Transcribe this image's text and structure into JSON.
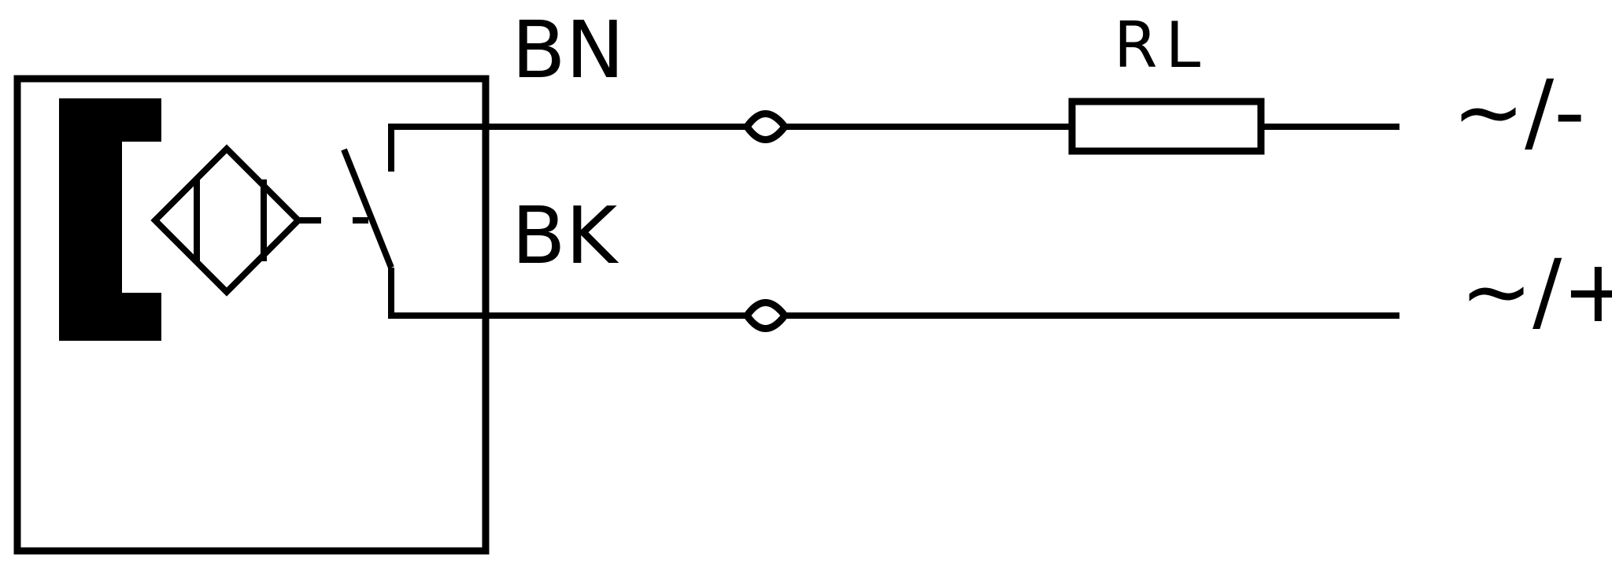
{
  "diagram": {
    "labels": {
      "brown_wire": "BN",
      "black_wire": "BK",
      "load": "RL",
      "terminal_top": "~/-",
      "terminal_bottom": "~/+"
    },
    "colors": {
      "stroke": "#000000",
      "background": "#ffffff"
    },
    "icons": {
      "sensor_face": "sensing-face-icon",
      "sensor_symbol": "inductive-sensor-icon",
      "switch": "normally-open-switch-icon",
      "terminal": "terminal-node-icon",
      "load": "resistor-icon"
    }
  }
}
